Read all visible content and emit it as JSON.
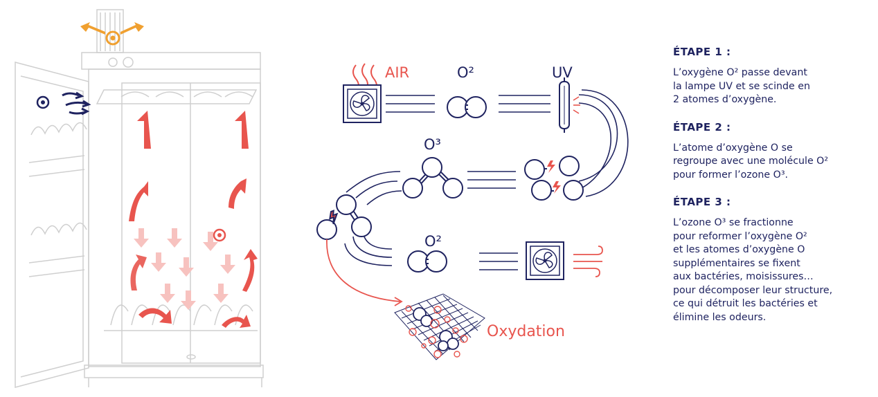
{
  "diagram": {
    "labels": {
      "air": "AIR",
      "o2_top": "O²",
      "uv": "UV",
      "o3": "O³",
      "o2_bottom": "O²",
      "oxydation": "Oxydation"
    },
    "colors": {
      "navy": "#1f2360",
      "red": "#e8554e",
      "orange": "#f0a030",
      "light_gray": "#c9c9c9"
    }
  },
  "steps": [
    {
      "title": "ÉTAPE 1 :",
      "text": "L’oxygène O² passe devant\nla lampe UV et se scinde en\n2 atomes d’oxygène."
    },
    {
      "title": "ÉTAPE 2 :",
      "text": "L’atome d’oxygène O se\nregroupe avec une molécule O²\npour former l’ozone O³."
    },
    {
      "title": "ÉTAPE 3 :",
      "text": "L’ozone O³ se fractionne\npour reformer l’oxygène O²\net les atomes d’oxygène O\nsupplémentaires se fixent\naux bactéries, moisissures…\npour décomposer leur structure,\nce qui détruit les bactéries et\nélimine les odeurs."
    }
  ]
}
